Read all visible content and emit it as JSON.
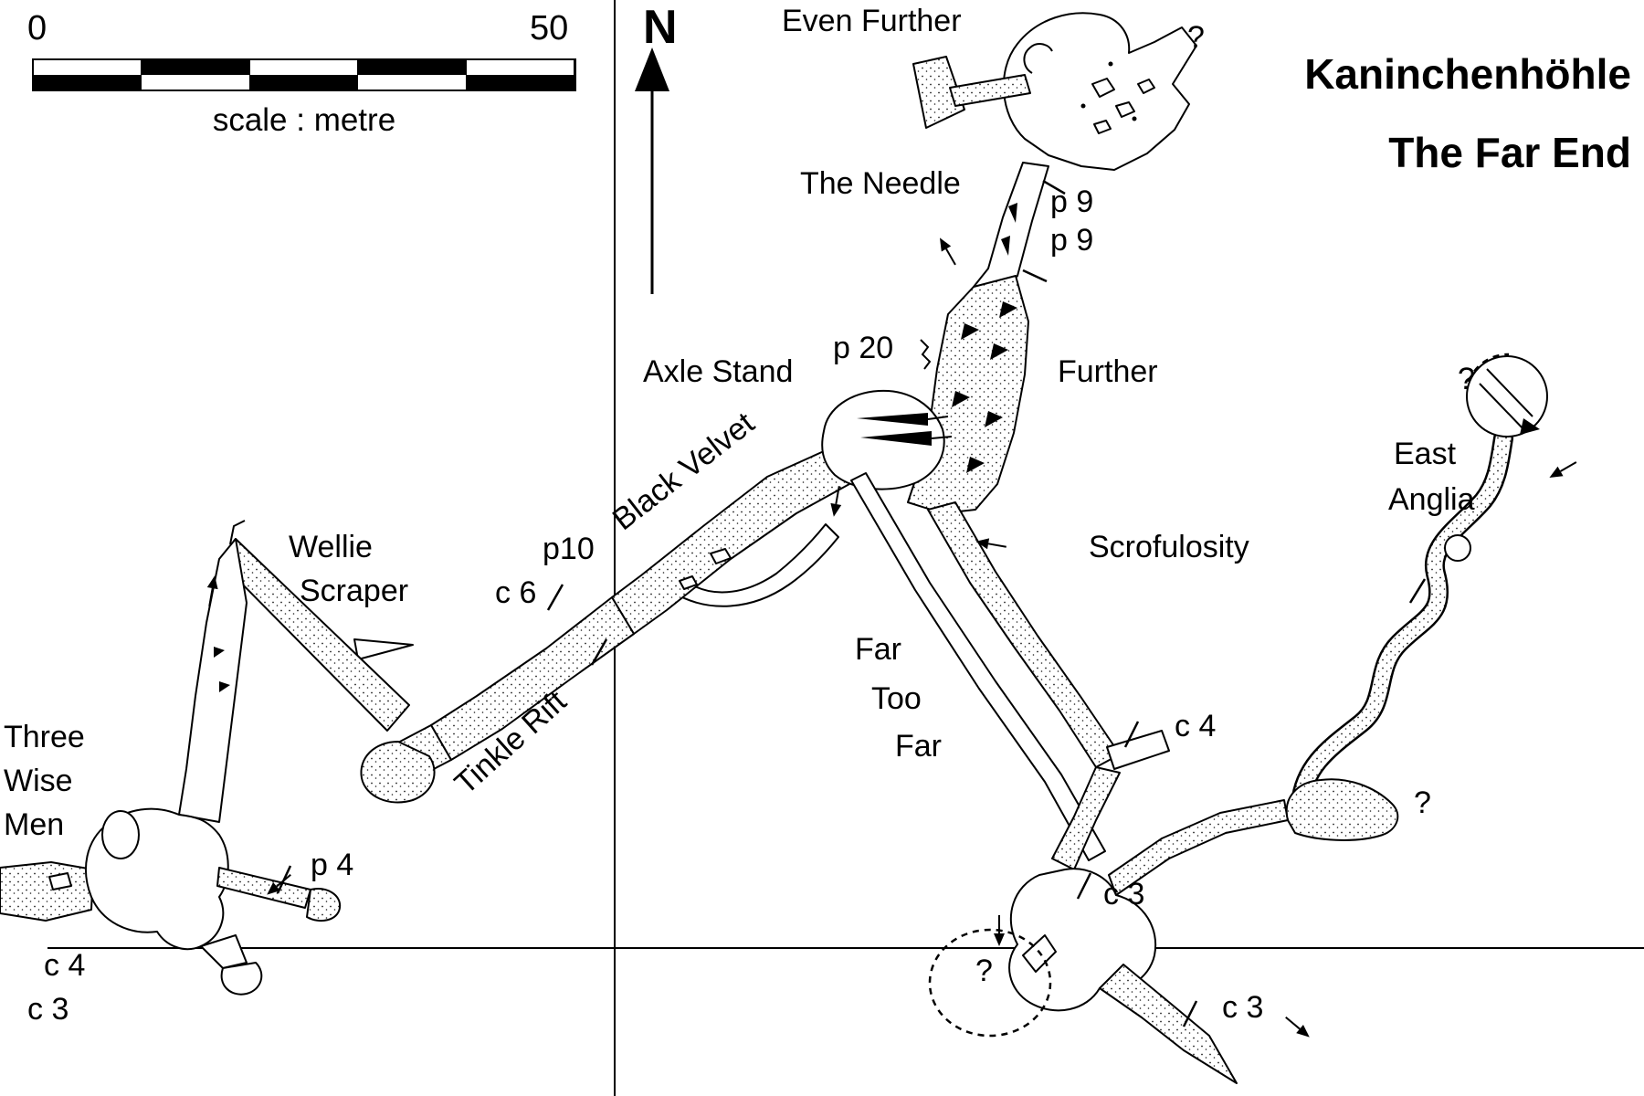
{
  "header": {
    "title_line1": "Kaninchenhöhle",
    "title_line2": "The Far End",
    "north_label": "N"
  },
  "scale_bar": {
    "start_label": "0",
    "end_label": "50",
    "caption": "scale : metre"
  },
  "colors": {
    "ink": "#000000",
    "paper": "#ffffff"
  },
  "passage_labels": {
    "even_further": "Even Further",
    "the_needle": "The Needle",
    "further": "Further",
    "axle_stand": "Axle Stand",
    "black_velvet": "Black Velvet",
    "tinkle_rift": "Tinkle Rift",
    "wellie_scraper_line1": "Wellie",
    "wellie_scraper_line2": "Scraper",
    "three_wise_men_line1": "Three",
    "three_wise_men_line2": "Wise",
    "three_wise_men_line3": "Men",
    "far_too_far_line1": "Far",
    "far_too_far_line2": "Too",
    "far_too_far_line3": "Far",
    "scrofulosity": "Scrofulosity",
    "east_anglia_line1": "East",
    "east_anglia_line2": "Anglia"
  },
  "survey_marks": {
    "pitch_9_upper": "p 9",
    "pitch_9_lower": "p 9",
    "pitch_20": "p 20",
    "pitch_10": "p10",
    "pitch_4": "p 4",
    "climb_6": "c 6",
    "climb_4_east": "c 4",
    "climb_4_west": "c 4",
    "climb_3_west": "c 3",
    "climb_3_mid": "c 3",
    "climb_3_east": "c 3",
    "question_top": "?",
    "question_east_anglia": "?",
    "question_right": "?",
    "question_bottom": "?"
  }
}
